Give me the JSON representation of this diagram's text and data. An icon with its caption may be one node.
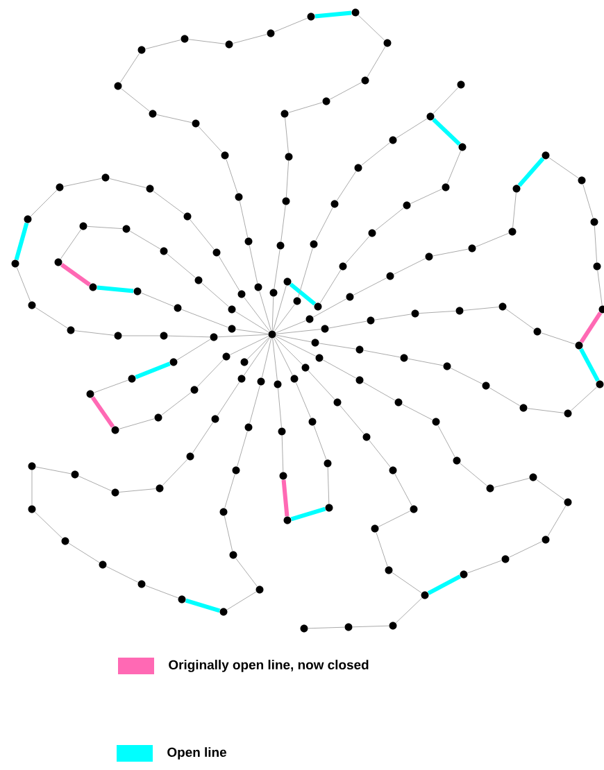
{
  "diagram": {
    "nodes": [
      {
        "text": [],
        "shape": "circle"
      },
      {
        "text": [],
        "shape": "circle"
      },
      {
        "text": [],
        "shape": "circle"
      },
      {
        "text": [],
        "shape": "circle"
      },
      {
        "text": [],
        "shape": "circle"
      },
      {
        "text": [],
        "shape": "circle"
      },
      {
        "text": [],
        "shape": "circle"
      },
      {
        "text": [],
        "shape": "circle"
      },
      {
        "text": [],
        "shape": "circle"
      },
      {
        "text": [],
        "shape": "circle"
      },
      {
        "text": [],
        "shape": "circle"
      },
      {
        "text": [],
        "shape": "circle"
      },
      {
        "text": [],
        "shape": "circle"
      },
      {
        "text": [],
        "shape": "circle"
      },
      {
        "text": [],
        "shape": "circle"
      },
      {
        "text": [],
        "shape": "circle"
      },
      {
        "text": [],
        "shape": "circle"
      },
      {
        "text": [],
        "shape": "circle"
      },
      {
        "text": [],
        "shape": "circle"
      },
      {
        "text": [],
        "shape": "circle"
      },
      {
        "text": [],
        "shape": "circle"
      },
      {
        "text": [],
        "shape": "circle"
      },
      {
        "text": [],
        "shape": "circle"
      },
      {
        "text": [],
        "shape": "circle"
      },
      {
        "text": [],
        "shape": "circle"
      },
      {
        "text": [],
        "shape": "circle"
      },
      {
        "text": [],
        "shape": "circle"
      },
      {
        "text": [],
        "shape": "circle"
      },
      {
        "text": [],
        "shape": "circle"
      },
      {
        "text": [],
        "shape": "circle"
      },
      {
        "text": [],
        "shape": "circle"
      },
      {
        "text": [],
        "shape": "circle"
      },
      {
        "text": [],
        "shape": "circle"
      },
      {
        "text": [],
        "shape": "circle"
      },
      {
        "text": [],
        "shape": "circle"
      },
      {
        "text": [],
        "shape": "circle"
      },
      {
        "text": [],
        "shape": "circle"
      },
      {
        "text": [],
        "shape": "circle"
      },
      {
        "text": [],
        "shape": "circle"
      },
      {
        "text": [],
        "shape": "circle"
      },
      {
        "text": [],
        "shape": "circle"
      },
      {
        "text": [],
        "shape": "circle"
      },
      {
        "text": [],
        "shape": "circle"
      },
      {
        "text": [],
        "shape": "circle"
      },
      {
        "text": [],
        "shape": "circle"
      },
      {
        "text": [],
        "shape": "circle"
      },
      {
        "text": [],
        "shape": "circle"
      },
      {
        "text": [],
        "shape": "circle"
      },
      {
        "text": [],
        "shape": "circle"
      },
      {
        "text": [],
        "shape": "circle"
      },
      {
        "text": [],
        "shape": "circle"
      },
      {
        "text": [],
        "shape": "circle"
      },
      {
        "text": [],
        "shape": "circle"
      },
      {
        "text": [],
        "shape": "circle"
      },
      {
        "text": [],
        "shape": "circle"
      },
      {
        "text": [],
        "shape": "circle"
      },
      {
        "text": [],
        "shape": "circle"
      },
      {
        "text": [],
        "shape": "circle"
      },
      {
        "text": [],
        "shape": "circle"
      },
      {
        "text": [],
        "shape": "circle"
      },
      {
        "text": [],
        "shape": "circle"
      },
      {
        "text": [],
        "shape": "circle"
      },
      {
        "text": [],
        "shape": "circle"
      },
      {
        "text": [],
        "shape": "circle"
      },
      {
        "text": [],
        "shape": "circle"
      },
      {
        "text": [],
        "shape": "circle"
      },
      {
        "text": [],
        "shape": "circle"
      },
      {
        "text": [],
        "shape": "circle"
      },
      {
        "text": [],
        "shape": "circle"
      },
      {
        "text": [],
        "shape": "circle"
      },
      {
        "text": [],
        "shape": "circle"
      },
      {
        "text": [],
        "shape": "circle"
      },
      {
        "text": [],
        "shape": "circle"
      },
      {
        "text": [],
        "shape": "circle"
      },
      {
        "text": [],
        "shape": "circle"
      },
      {
        "text": [],
        "shape": "circle"
      },
      {
        "text": [],
        "shape": "circle"
      },
      {
        "text": [],
        "shape": "circle"
      },
      {
        "text": [],
        "shape": "circle"
      },
      {
        "text": [],
        "shape": "circle"
      },
      {
        "text": [],
        "shape": "circle"
      },
      {
        "text": [],
        "shape": "circle"
      },
      {
        "text": [],
        "shape": "circle"
      },
      {
        "text": [],
        "shape": "circle"
      },
      {
        "text": [],
        "shape": "circle"
      },
      {
        "text": [],
        "shape": "circle"
      },
      {
        "text": [],
        "shape": "circle"
      },
      {
        "text": [],
        "shape": "circle"
      },
      {
        "text": [],
        "shape": "circle"
      },
      {
        "text": [],
        "shape": "circle"
      },
      {
        "text": [],
        "shape": "circle"
      },
      {
        "text": [],
        "shape": "circle"
      },
      {
        "text": [],
        "shape": "circle"
      },
      {
        "text": [],
        "shape": "circle"
      },
      {
        "text": [],
        "shape": "circle"
      },
      {
        "text": [],
        "shape": "circle"
      },
      {
        "text": [],
        "shape": "circle"
      },
      {
        "text": [],
        "shape": "circle"
      },
      {
        "text": [],
        "shape": "circle"
      },
      {
        "text": [],
        "shape": "circle"
      },
      {
        "text": [],
        "shape": "circle"
      },
      {
        "text": [],
        "shape": "circle"
      },
      {
        "text": [],
        "shape": "circle"
      },
      {
        "text": [],
        "shape": "circle"
      },
      {
        "text": [],
        "shape": "circle"
      },
      {
        "text": [],
        "shape": "circle"
      },
      {
        "text": [],
        "shape": "circle"
      },
      {
        "text": [],
        "shape": "circle"
      },
      {
        "text": [],
        "shape": "circle"
      },
      {
        "text": [],
        "shape": "circle"
      },
      {
        "text": [],
        "shape": "circle"
      },
      {
        "text": [],
        "shape": "circle"
      },
      {
        "text": [],
        "shape": "circle"
      },
      {
        "text": [],
        "shape": "circle"
      },
      {
        "text": [],
        "shape": "circle"
      },
      {
        "text": [],
        "shape": "circle"
      },
      {
        "text": [],
        "shape": "circle"
      },
      {
        "text": [],
        "shape": "circle"
      },
      {
        "text": [],
        "shape": "circle"
      },
      {
        "text": [],
        "shape": "circle"
      },
      {
        "text": [],
        "shape": "circle"
      },
      {
        "text": [],
        "shape": "circle"
      },
      {
        "text": [],
        "shape": "circle"
      },
      {
        "text": [],
        "shape": "circle"
      },
      {
        "text": [],
        "shape": "circle"
      },
      {
        "text": [],
        "shape": "circle"
      },
      {
        "text": [],
        "shape": "circle"
      },
      {
        "text": [],
        "shape": "circle"
      },
      {
        "text": [],
        "shape": "circle"
      },
      {
        "text": [],
        "shape": "circle"
      },
      {
        "text": [],
        "shape": "circle"
      },
      {
        "text": [],
        "shape": "circle"
      },
      {
        "text": [],
        "shape": "circle"
      },
      {
        "text": [],
        "shape": "circle"
      },
      {
        "text": [],
        "shape": "circle"
      },
      {
        "text": [],
        "shape": "circle"
      },
      {
        "text": [],
        "shape": "circle"
      },
      {
        "text": [],
        "shape": "circle"
      },
      {
        "text": [],
        "shape": "circle"
      },
      {
        "text": [],
        "shape": "circle"
      },
      {
        "text": [],
        "shape": "circle"
      },
      {
        "text": [],
        "shape": "circle"
      },
      {
        "text": [],
        "shape": "circle"
      }
    ],
    "edges": [
      {
        "from": 0,
        "to": 1,
        "arrow": "none"
      },
      {
        "from": 1,
        "to": 2,
        "arrow": "none"
      },
      {
        "from": 2,
        "to": 3,
        "arrow": "none"
      },
      {
        "from": 3,
        "to": 4,
        "arrow": "none"
      },
      {
        "from": 4,
        "to": 5,
        "arrow": "none"
      },
      {
        "from": 5,
        "to": 6,
        "arrow": "none"
      },
      {
        "from": 6,
        "to": 7,
        "arrow": "none"
      },
      {
        "from": 7,
        "to": 8,
        "arrow": "none"
      },
      {
        "from": 8,
        "to": 9,
        "arrow": "none"
      },
      {
        "from": 9,
        "to": 10,
        "arrow": "none"
      },
      {
        "from": 10,
        "to": 11,
        "arrow": "none"
      },
      {
        "from": 11,
        "to": 12,
        "arrow": "none"
      },
      {
        "from": 12,
        "to": 13,
        "arrow": "none",
        "style": "thick",
        "color": "#00ffff"
      },
      {
        "from": 13,
        "to": 14,
        "arrow": "none"
      },
      {
        "from": 14,
        "to": 15,
        "arrow": "none"
      },
      {
        "from": 15,
        "to": 16,
        "arrow": "none"
      },
      {
        "from": 16,
        "to": 17,
        "arrow": "none"
      },
      {
        "from": 17,
        "to": 18,
        "arrow": "none"
      },
      {
        "from": 18,
        "to": 19,
        "arrow": "none"
      },
      {
        "from": 19,
        "to": 20,
        "arrow": "none"
      },
      {
        "from": 20,
        "to": 21,
        "arrow": "none"
      },
      {
        "from": 21,
        "to": 0,
        "arrow": "none"
      },
      {
        "from": 0,
        "to": 22,
        "arrow": "none"
      },
      {
        "from": 22,
        "to": 23,
        "arrow": "none"
      },
      {
        "from": 23,
        "to": 24,
        "arrow": "none"
      },
      {
        "from": 24,
        "to": 25,
        "arrow": "none"
      },
      {
        "from": 25,
        "to": 26,
        "arrow": "none"
      },
      {
        "from": 26,
        "to": 27,
        "arrow": "none"
      },
      {
        "from": 27,
        "to": 28,
        "arrow": "none"
      },
      {
        "from": 28,
        "to": 29,
        "arrow": "none",
        "style": "thick",
        "color": "#00ffff"
      },
      {
        "from": 29,
        "to": 30,
        "arrow": "none"
      },
      {
        "from": 30,
        "to": 31,
        "arrow": "none"
      },
      {
        "from": 31,
        "to": 32,
        "arrow": "none"
      },
      {
        "from": 32,
        "to": 33,
        "arrow": "none"
      },
      {
        "from": 33,
        "to": 34,
        "arrow": "none"
      },
      {
        "from": 34,
        "to": 0,
        "arrow": "none"
      },
      {
        "from": 0,
        "to": 35,
        "arrow": "none"
      },
      {
        "from": 35,
        "to": 36,
        "arrow": "none"
      },
      {
        "from": 36,
        "to": 37,
        "arrow": "none"
      },
      {
        "from": 37,
        "to": 38,
        "arrow": "none"
      },
      {
        "from": 38,
        "to": 39,
        "arrow": "none"
      },
      {
        "from": 39,
        "to": 40,
        "arrow": "none"
      },
      {
        "from": 40,
        "to": 41,
        "arrow": "none",
        "style": "thick",
        "color": "#ff69b4"
      },
      {
        "from": 41,
        "to": 42,
        "arrow": "none",
        "style": "thick",
        "color": "#00ffff"
      },
      {
        "from": 42,
        "to": 43,
        "arrow": "none"
      },
      {
        "from": 43,
        "to": 44,
        "arrow": "none"
      },
      {
        "from": 44,
        "to": 0,
        "arrow": "none"
      },
      {
        "from": 34,
        "to": 45,
        "arrow": "none"
      },
      {
        "from": 45,
        "to": 46,
        "arrow": "none",
        "style": "thick",
        "color": "#00ffff"
      },
      {
        "from": 46,
        "to": 47,
        "arrow": "none"
      },
      {
        "from": 47,
        "to": 48,
        "arrow": "none",
        "style": "thick",
        "color": "#ff69b4"
      },
      {
        "from": 48,
        "to": 49,
        "arrow": "none"
      },
      {
        "from": 49,
        "to": 50,
        "arrow": "none"
      },
      {
        "from": 50,
        "to": 51,
        "arrow": "none"
      },
      {
        "from": 51,
        "to": 0,
        "arrow": "none"
      },
      {
        "from": 0,
        "to": 52,
        "arrow": "none"
      },
      {
        "from": 0,
        "to": 53,
        "arrow": "none"
      },
      {
        "from": 53,
        "to": 54,
        "arrow": "none"
      },
      {
        "from": 54,
        "to": 55,
        "arrow": "none"
      },
      {
        "from": 55,
        "to": 56,
        "arrow": "none"
      },
      {
        "from": 56,
        "to": 57,
        "arrow": "none"
      },
      {
        "from": 57,
        "to": 58,
        "arrow": "none"
      },
      {
        "from": 58,
        "to": 59,
        "arrow": "none"
      },
      {
        "from": 59,
        "to": 60,
        "arrow": "none"
      },
      {
        "from": 60,
        "to": 61,
        "arrow": "none"
      },
      {
        "from": 61,
        "to": 62,
        "arrow": "none"
      },
      {
        "from": 62,
        "to": 63,
        "arrow": "none"
      },
      {
        "from": 63,
        "to": 64,
        "arrow": "none"
      },
      {
        "from": 64,
        "to": 65,
        "arrow": "none",
        "style": "thick",
        "color": "#00ffff"
      },
      {
        "from": 65,
        "to": 66,
        "arrow": "none"
      },
      {
        "from": 66,
        "to": 67,
        "arrow": "none"
      },
      {
        "from": 67,
        "to": 68,
        "arrow": "none"
      },
      {
        "from": 68,
        "to": 69,
        "arrow": "none"
      },
      {
        "from": 69,
        "to": 70,
        "arrow": "none"
      },
      {
        "from": 70,
        "to": 71,
        "arrow": "none"
      },
      {
        "from": 71,
        "to": 0,
        "arrow": "none"
      },
      {
        "from": 0,
        "to": 72,
        "arrow": "none"
      },
      {
        "from": 72,
        "to": 73,
        "arrow": "none"
      },
      {
        "from": 73,
        "to": 74,
        "arrow": "none"
      },
      {
        "from": 74,
        "to": 75,
        "arrow": "none",
        "style": "thick",
        "color": "#ff69b4"
      },
      {
        "from": 75,
        "to": 76,
        "arrow": "none",
        "style": "thick",
        "color": "#00ffff"
      },
      {
        "from": 76,
        "to": 77,
        "arrow": "none"
      },
      {
        "from": 77,
        "to": 78,
        "arrow": "none"
      },
      {
        "from": 78,
        "to": 79,
        "arrow": "none"
      },
      {
        "from": 79,
        "to": 0,
        "arrow": "none"
      },
      {
        "from": 0,
        "to": 80,
        "arrow": "none"
      },
      {
        "from": 80,
        "to": 81,
        "arrow": "none"
      },
      {
        "from": 81,
        "to": 82,
        "arrow": "none"
      },
      {
        "from": 82,
        "to": 83,
        "arrow": "none"
      },
      {
        "from": 83,
        "to": 84,
        "arrow": "none"
      },
      {
        "from": 84,
        "to": 85,
        "arrow": "none"
      },
      {
        "from": 85,
        "to": 86,
        "arrow": "none"
      },
      {
        "from": 86,
        "to": 87,
        "arrow": "none"
      },
      {
        "from": 87,
        "to": 88,
        "arrow": "none",
        "style": "thick",
        "color": "#00ffff"
      },
      {
        "from": 88,
        "to": 89,
        "arrow": "none"
      },
      {
        "from": 89,
        "to": 90,
        "arrow": "none"
      },
      {
        "from": 90,
        "to": 91,
        "arrow": "none"
      },
      {
        "from": 91,
        "to": 92,
        "arrow": "none"
      },
      {
        "from": 92,
        "to": 93,
        "arrow": "none"
      },
      {
        "from": 93,
        "to": 94,
        "arrow": "none"
      },
      {
        "from": 94,
        "to": 95,
        "arrow": "none"
      },
      {
        "from": 95,
        "to": 96,
        "arrow": "none"
      },
      {
        "from": 96,
        "to": 97,
        "arrow": "none"
      },
      {
        "from": 97,
        "to": 98,
        "arrow": "none"
      },
      {
        "from": 98,
        "to": 0,
        "arrow": "none"
      },
      {
        "from": 87,
        "to": 99,
        "arrow": "none"
      },
      {
        "from": 99,
        "to": 100,
        "arrow": "none"
      },
      {
        "from": 100,
        "to": 101,
        "arrow": "none"
      },
      {
        "from": 0,
        "to": 102,
        "arrow": "none"
      },
      {
        "from": 102,
        "to": 103,
        "arrow": "none"
      },
      {
        "from": 103,
        "to": 104,
        "arrow": "none"
      },
      {
        "from": 104,
        "to": 105,
        "arrow": "none"
      },
      {
        "from": 105,
        "to": 106,
        "arrow": "none"
      },
      {
        "from": 106,
        "to": 107,
        "arrow": "none"
      },
      {
        "from": 107,
        "to": 108,
        "arrow": "none"
      },
      {
        "from": 108,
        "to": 109,
        "arrow": "none",
        "style": "thick",
        "color": "#00ffff"
      },
      {
        "from": 109,
        "to": 110,
        "arrow": "none"
      },
      {
        "from": 110,
        "to": 111,
        "arrow": "none"
      },
      {
        "from": 111,
        "to": 112,
        "arrow": "none"
      },
      {
        "from": 112,
        "to": 113,
        "arrow": "none"
      },
      {
        "from": 113,
        "to": 114,
        "arrow": "none",
        "style": "thick",
        "color": "#ff69b4"
      },
      {
        "from": 114,
        "to": 115,
        "arrow": "none",
        "style": "thick",
        "color": "#00ffff"
      },
      {
        "from": 115,
        "to": 116,
        "arrow": "none"
      },
      {
        "from": 116,
        "to": 117,
        "arrow": "none"
      },
      {
        "from": 117,
        "to": 118,
        "arrow": "none"
      },
      {
        "from": 118,
        "to": 119,
        "arrow": "none"
      },
      {
        "from": 119,
        "to": 120,
        "arrow": "none"
      },
      {
        "from": 120,
        "to": 121,
        "arrow": "none"
      },
      {
        "from": 121,
        "to": 122,
        "arrow": "none"
      },
      {
        "from": 122,
        "to": 0,
        "arrow": "none"
      },
      {
        "from": 114,
        "to": 123,
        "arrow": "none"
      },
      {
        "from": 123,
        "to": 124,
        "arrow": "none"
      },
      {
        "from": 124,
        "to": 125,
        "arrow": "none"
      },
      {
        "from": 125,
        "to": 126,
        "arrow": "none"
      },
      {
        "from": 126,
        "to": 127,
        "arrow": "none"
      },
      {
        "from": 127,
        "to": 128,
        "arrow": "none"
      },
      {
        "from": 128,
        "to": 0,
        "arrow": "none"
      },
      {
        "from": 0,
        "to": 129,
        "arrow": "none"
      },
      {
        "from": 129,
        "to": 130,
        "arrow": "none",
        "style": "thick",
        "color": "#00ffff"
      },
      {
        "from": 130,
        "to": 131,
        "arrow": "none"
      },
      {
        "from": 131,
        "to": 132,
        "arrow": "none"
      },
      {
        "from": 132,
        "to": 133,
        "arrow": "none"
      },
      {
        "from": 133,
        "to": 134,
        "arrow": "none"
      },
      {
        "from": 134,
        "to": 135,
        "arrow": "none"
      },
      {
        "from": 135,
        "to": 136,
        "arrow": "none",
        "style": "thick",
        "color": "#00ffff"
      },
      {
        "from": 136,
        "to": 137,
        "arrow": "none"
      },
      {
        "from": 136,
        "to": 138,
        "arrow": "none"
      },
      {
        "from": 138,
        "to": 139,
        "arrow": "none"
      },
      {
        "from": 139,
        "to": 140,
        "arrow": "none"
      },
      {
        "from": 140,
        "to": 141,
        "arrow": "none"
      },
      {
        "from": 141,
        "to": 142,
        "arrow": "none"
      },
      {
        "from": 142,
        "to": 0,
        "arrow": "none"
      }
    ],
    "legend": [
      {
        "text": "Originally open line, now closed",
        "color": "#ff69b4"
      },
      {
        "text": "Open line",
        "color": "#00ffff"
      }
    ]
  }
}
